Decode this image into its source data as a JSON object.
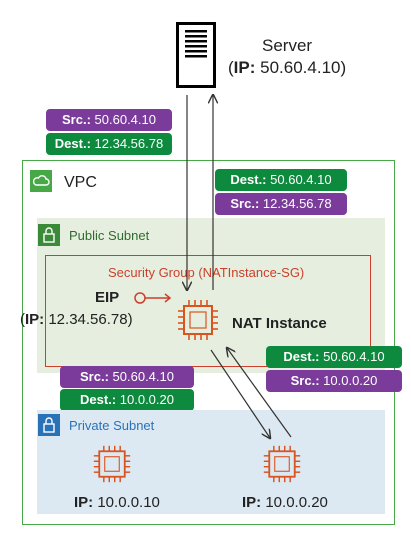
{
  "server": {
    "name": "Server",
    "ip_key": "IP:",
    "ip_value": "50.60.4.10"
  },
  "packets": {
    "top_left": {
      "src_key": "Src.:",
      "src_value": "50.60.4.10",
      "dest_key": "Dest.:",
      "dest_value": "12.34.56.78"
    },
    "top_right": {
      "dest_key": "Dest.:",
      "dest_value": "50.60.4.10",
      "src_key": "Src.:",
      "src_value": "12.34.56.78"
    },
    "bottom_right": {
      "dest_key": "Dest.:",
      "dest_value": "50.60.4.10",
      "src_key": "Src.:",
      "src_value": "10.0.0.20"
    },
    "bottom_left": {
      "src_key": "Src.:",
      "src_value": "50.60.4.10",
      "dest_key": "Dest.:",
      "dest_value": "10.0.0.20"
    }
  },
  "vpc": {
    "label": "VPC",
    "icon": "cloud-icon"
  },
  "public_subnet": {
    "label": "Public Subnet",
    "icon": "lock-icon"
  },
  "private_subnet": {
    "label": "Private Subnet",
    "icon": "lock-icon"
  },
  "security_group": {
    "label": "Security Group (NATInstance-SG)"
  },
  "eip": {
    "label": "EIP",
    "ip_key": "IP:",
    "ip_value": "12.34.56.78"
  },
  "nat_instance": {
    "label": "NAT Instance",
    "icon": "chip-icon"
  },
  "instances": [
    {
      "ip_key": "IP:",
      "ip_value": "10.0.0.10",
      "icon": "chip-icon"
    },
    {
      "ip_key": "IP:",
      "ip_value": "10.0.0.20",
      "icon": "chip-icon"
    }
  ],
  "colors": {
    "purple": "#7a3b9a",
    "green": "#0e8a3f",
    "vpc_border": "#46a847",
    "public_bg": "#e6efdf",
    "private_bg": "#dde9f2",
    "sg_border": "#cc3f2c",
    "chip": "#d9541e",
    "subnet_green": "#3a8a3a",
    "subnet_blue": "#2a72b8"
  }
}
